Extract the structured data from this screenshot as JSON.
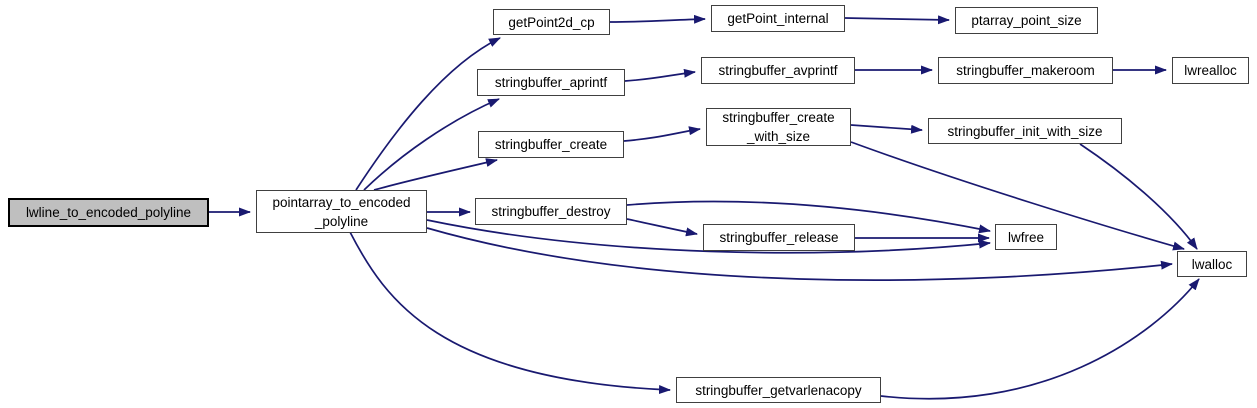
{
  "diagram": {
    "type": "doxygen-call-graph",
    "colors": {
      "background": "#ffffff",
      "edge": "#191970",
      "node_fill": "#ffffff",
      "node_border": "#404040",
      "highlight_fill": "#bfbfbf",
      "highlight_border": "#000000",
      "text": "#000000"
    },
    "nodes": [
      {
        "id": "lwline_to_encoded_polyline",
        "label": "lwline_to_encoded_polyline",
        "highlighted": true
      },
      {
        "id": "pointarray_to_encoded_polyline",
        "label": "pointarray_to_encoded\n_polyline"
      },
      {
        "id": "getPoint2d_cp",
        "label": "getPoint2d_cp"
      },
      {
        "id": "getPoint_internal",
        "label": "getPoint_internal"
      },
      {
        "id": "ptarray_point_size",
        "label": "ptarray_point_size"
      },
      {
        "id": "stringbuffer_aprintf",
        "label": "stringbuffer_aprintf"
      },
      {
        "id": "stringbuffer_avprintf",
        "label": "stringbuffer_avprintf"
      },
      {
        "id": "stringbuffer_makeroom",
        "label": "stringbuffer_makeroom"
      },
      {
        "id": "lwrealloc",
        "label": "lwrealloc"
      },
      {
        "id": "stringbuffer_create",
        "label": "stringbuffer_create"
      },
      {
        "id": "stringbuffer_create_with_size",
        "label": "stringbuffer_create\n_with_size"
      },
      {
        "id": "stringbuffer_init_with_size",
        "label": "stringbuffer_init_with_size"
      },
      {
        "id": "stringbuffer_destroy",
        "label": "stringbuffer_destroy"
      },
      {
        "id": "stringbuffer_release",
        "label": "stringbuffer_release"
      },
      {
        "id": "lwfree",
        "label": "lwfree"
      },
      {
        "id": "lwalloc",
        "label": "lwalloc"
      },
      {
        "id": "stringbuffer_getvarlenacopy",
        "label": "stringbuffer_getvarlenacopy"
      }
    ],
    "edges": [
      {
        "from": "lwline_to_encoded_polyline",
        "to": "pointarray_to_encoded_polyline"
      },
      {
        "from": "pointarray_to_encoded_polyline",
        "to": "getPoint2d_cp"
      },
      {
        "from": "pointarray_to_encoded_polyline",
        "to": "stringbuffer_aprintf"
      },
      {
        "from": "pointarray_to_encoded_polyline",
        "to": "stringbuffer_create"
      },
      {
        "from": "pointarray_to_encoded_polyline",
        "to": "stringbuffer_destroy"
      },
      {
        "from": "pointarray_to_encoded_polyline",
        "to": "lwfree"
      },
      {
        "from": "pointarray_to_encoded_polyline",
        "to": "lwalloc"
      },
      {
        "from": "pointarray_to_encoded_polyline",
        "to": "stringbuffer_getvarlenacopy"
      },
      {
        "from": "getPoint2d_cp",
        "to": "getPoint_internal"
      },
      {
        "from": "getPoint_internal",
        "to": "ptarray_point_size"
      },
      {
        "from": "stringbuffer_aprintf",
        "to": "stringbuffer_avprintf"
      },
      {
        "from": "stringbuffer_avprintf",
        "to": "stringbuffer_makeroom"
      },
      {
        "from": "stringbuffer_makeroom",
        "to": "lwrealloc"
      },
      {
        "from": "stringbuffer_create",
        "to": "stringbuffer_create_with_size"
      },
      {
        "from": "stringbuffer_create_with_size",
        "to": "stringbuffer_init_with_size"
      },
      {
        "from": "stringbuffer_create_with_size",
        "to": "lwalloc"
      },
      {
        "from": "stringbuffer_init_with_size",
        "to": "lwalloc"
      },
      {
        "from": "stringbuffer_destroy",
        "to": "stringbuffer_release"
      },
      {
        "from": "stringbuffer_destroy",
        "to": "lwfree"
      },
      {
        "from": "stringbuffer_release",
        "to": "lwfree"
      },
      {
        "from": "stringbuffer_getvarlenacopy",
        "to": "lwalloc"
      }
    ]
  }
}
